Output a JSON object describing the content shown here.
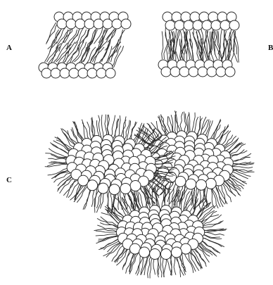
{
  "labels": {
    "a": "A",
    "b": "B",
    "c": "C"
  },
  "colors": {
    "ink": "#2a2a2a",
    "head_fill": "#ffffff"
  }
}
